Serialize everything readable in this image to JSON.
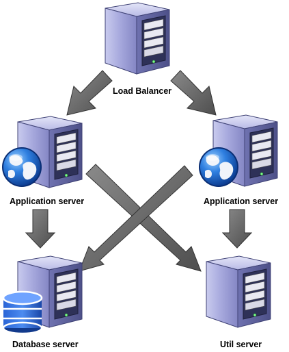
{
  "nodes": {
    "load_balancer": {
      "label": "Load Balancer"
    },
    "app_server_left": {
      "label": "Application server",
      "overlay_icon": "globe-icon"
    },
    "app_server_right": {
      "label": "Application server",
      "overlay_icon": "globe-icon"
    },
    "database_server": {
      "label": "Database server",
      "overlay_icon": "database-icon"
    },
    "util_server": {
      "label": "Util server"
    }
  },
  "colors": {
    "server_body": "#9ea0d6",
    "server_dark": "#5b5e9a",
    "arrow_fill": "#6e6e6e",
    "globe_blue": "#1f63c4",
    "database_blue": "#1a55c7"
  },
  "edges": [
    {
      "from": "load_balancer",
      "to": "app_server_left"
    },
    {
      "from": "load_balancer",
      "to": "app_server_right"
    },
    {
      "from": "app_server_left",
      "to": "database_server"
    },
    {
      "from": "app_server_left",
      "to": "util_server"
    },
    {
      "from": "app_server_right",
      "to": "database_server"
    },
    {
      "from": "app_server_right",
      "to": "util_server"
    }
  ]
}
